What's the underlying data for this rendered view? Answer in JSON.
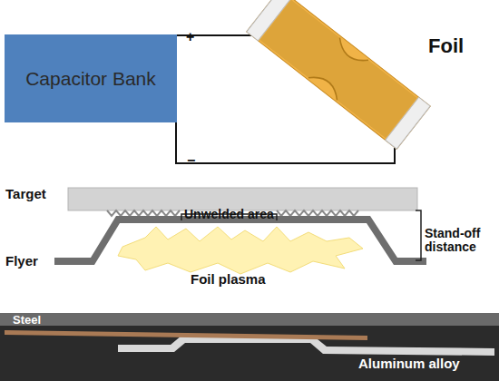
{
  "diagram": {
    "nodes": [
      {
        "text": [
          "Capacitor Bank"
        ]
      },
      {
        "text": [
          "Foil"
        ]
      }
    ],
    "edges": [
      {
        "from": 0,
        "to": 1,
        "arrow": "none"
      },
      {
        "from": 0,
        "to": 1,
        "arrow": "none"
      }
    ],
    "labels": [
      "+",
      "−",
      "Target",
      "Unwelded area",
      "Stand-off distance",
      "Flyer",
      "Foil plasma",
      "Steel",
      "Aluminum alloy"
    ]
  }
}
